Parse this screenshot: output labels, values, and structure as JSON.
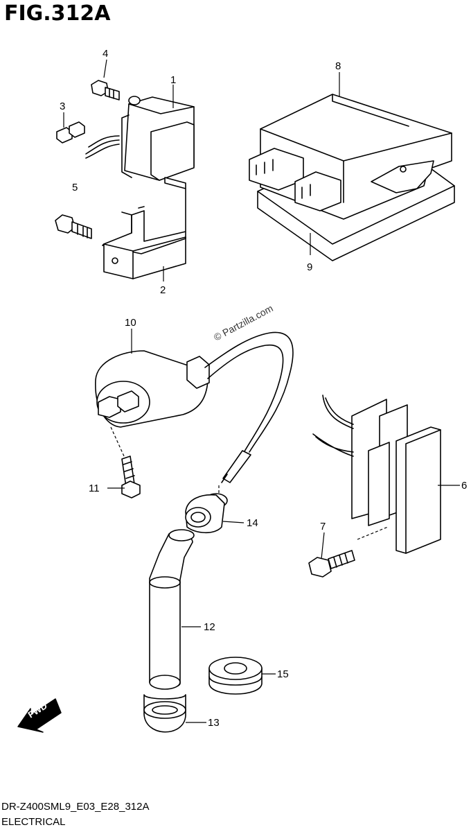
{
  "figure_title": "FIG.312A",
  "watermark": "© Partzilla.com",
  "footer": {
    "code": "DR-Z400SML9_E03_E28_312A",
    "section": "ELECTRICAL"
  },
  "direction_arrow": "FWD",
  "callouts": {
    "c1": "1",
    "c2": "2",
    "c3": "3",
    "c4": "4",
    "c5": "5",
    "c6": "6",
    "c7": "7",
    "c8": "8",
    "c9": "9",
    "c10": "10",
    "c11": "11",
    "c12": "12",
    "c13": "13",
    "c14": "14",
    "c15": "15"
  }
}
